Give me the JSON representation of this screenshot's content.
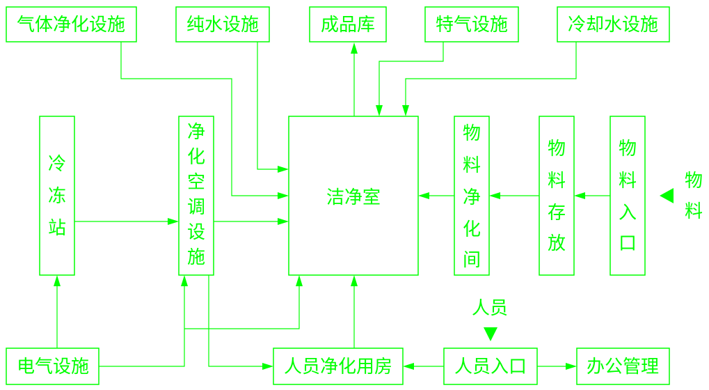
{
  "colors": {
    "line": "#00ff00",
    "background": "#ffffff"
  },
  "nodes": {
    "gas_purification": "气体净化设施",
    "pure_water": "纯水设施",
    "finished_goods": "成品库",
    "special_gas": "特气设施",
    "cooling_water": "冷却水设施",
    "refrigeration": [
      "冷",
      "冻",
      "站"
    ],
    "purification_ac": [
      "净",
      "化",
      "空",
      "调",
      "设",
      "施"
    ],
    "cleanroom": "洁净室",
    "material_purification": [
      "物",
      "料",
      "净",
      "化",
      "间"
    ],
    "material_storage": [
      "物",
      "料",
      "存",
      "放"
    ],
    "material_entrance": [
      "物",
      "料",
      "入",
      "口"
    ],
    "material_external": [
      "物",
      "料"
    ],
    "personnel_external": "人员",
    "electrical": "电气设施",
    "personnel_purification": "人员净化用房",
    "personnel_entrance": "人员入口",
    "office": "办公管理"
  }
}
